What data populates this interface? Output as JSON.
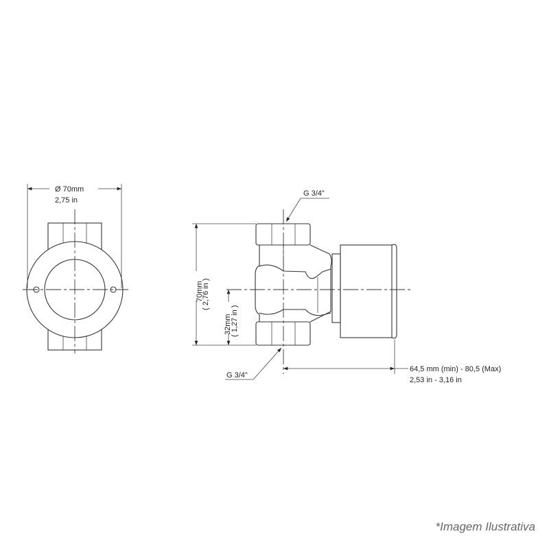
{
  "front_view": {
    "diameter_mm": "Ø 70mm",
    "diameter_in": "2,75 in"
  },
  "side_view": {
    "thread_top": "G 3/4\"",
    "thread_bottom": "G 3/4\"",
    "height_mm": "70mm",
    "height_in": "( 2,76 in )",
    "offset_mm": "32mm",
    "offset_in": "( 1,27 in )",
    "depth_mm": "64,5 mm (min) - 80,5  (Max)",
    "depth_in": "2,53 in - 3,16 in"
  },
  "footer": {
    "note": "*Imagem Ilustrativa"
  }
}
